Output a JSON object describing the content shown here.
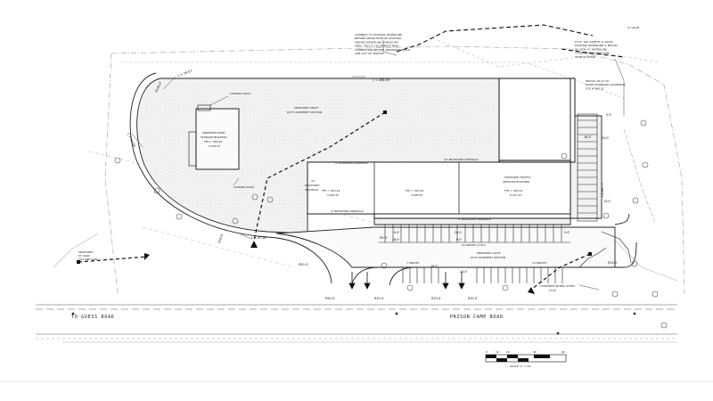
{
  "sheet": {
    "buildings": {
      "paint_storage": {
        "name_line1": "PROPOSED PAINT",
        "name_line2": "STORAGE BUILDING",
        "ffe": "FFE = 366.50",
        "area": "2,576 SF"
      },
      "bay_left": {
        "ffe": "FFE = 363.24",
        "area": "3,000 SF"
      },
      "bay_mid": {
        "ffe": "FFE = 363.24",
        "area": "3,046 SF"
      },
      "bay_right": {
        "ffe": "FFE = 363.24",
        "area": "8,971 SF"
      },
      "traffic": {
        "name_line1": "PROPOSED TRAFFIC",
        "name_line2": "SERVICES BUILDING"
      }
    },
    "notes": {
      "loading_dock_top": "LOADING DOCK",
      "loading_dock_bottom": "LOADING DOCK",
      "heavy_pavement_1": "PROPOSED HEAVY",
      "heavy_pavement_2": "DUTY PAVEMENT SECTION",
      "light_pavement_1": "PROPOSED LIGHT",
      "light_pavement_2": "DUTY PAVEMENT SECTION",
      "sidewalk_4_top": "4' PROPOSED SIDEWALK",
      "sidewalk_10": "10' PROPOSED SIDEWALK",
      "sidewalk_4_bottom": "4' PROPOSED SIDEWALK",
      "sidewalk_5": "5' PROPOSED SIDEWALK",
      "sidewalk_side_1": "10'",
      "sidewalk_side_2": "PROPOSED",
      "sidewalk_side_3": "SIDEWALK",
      "parking_22": "22 SPACES (3 HC)",
      "parking_7": "7 SPACES",
      "parking_13": "13 SPACES",
      "parking_12": "12 SPACES",
      "wheel_stops_1": "CONCRETE WHEEL STOPS",
      "wheel_stops_2": "(TYP)",
      "waterline_lines": [
        "CONNECT TO EXISTING WATERLINE",
        "BEFORE DEMOLITION OF EXISTING",
        "FEEDER WATERLINE ACROSS 48\"",
        "AREA. TEST & CHLORINATE NEW",
        "CONNECTION BEFORE ABANDONING OLD",
        "LINE OUT OF SERVICE"
      ],
      "valve": "4\" VALVE",
      "tap_lines": [
        "6\"x4\" TAP, SLEEVE, & VALVE.",
        "EXISTING WATERLINE 5' BELOW",
        "OH WITH 4\" WATERLINE",
        "TO SERVE BUILDINGS ##",
        "STUB 30 EXTRA"
      ],
      "guardrail_lines": [
        "INSTALL 80 LF OF",
        "STATE STANDARD GUARDRAIL",
        "STD # 862.01"
      ],
      "proposed_sign_lines": [
        "PROPOSED",
        "ST. SIGN",
        "TO LANE SIGN"
      ],
      "road_left": "TO GUESS ROAD",
      "road_main": "PRISON CAMP ROAD"
    },
    "dims": {
      "l_top": "L = 285.00'",
      "l_left": "L = 16.67'",
      "l_left2": "L = 84.66'",
      "l_bottom": "L = 47.38'",
      "r_left": "R100.0'",
      "r_bottom": "R50.0'",
      "r_entr1": "R20.0'",
      "r_entr2": "R20.0'",
      "r_entr3": "R20.0'",
      "r_entr4": "R20.0'",
      "r_small": "R5.0'",
      "r_curve": "R20.0'",
      "d_9a": "9.0'",
      "d_18a": "18.0'",
      "d_24a": "24.0'",
      "d_9b": "9.0'",
      "d_18b": "18.0'",
      "d_24b": "24.0'",
      "d_24c": "24.0'",
      "d_14": "14.0'",
      "d_9c": "9.0'",
      "d_18c": "18.0'",
      "d_5": "5.0'"
    },
    "scale_bar": {
      "ticks": [
        "0",
        "10",
        "20",
        "40",
        "60"
      ],
      "label": "SCALE: 1\" = 20'"
    }
  }
}
